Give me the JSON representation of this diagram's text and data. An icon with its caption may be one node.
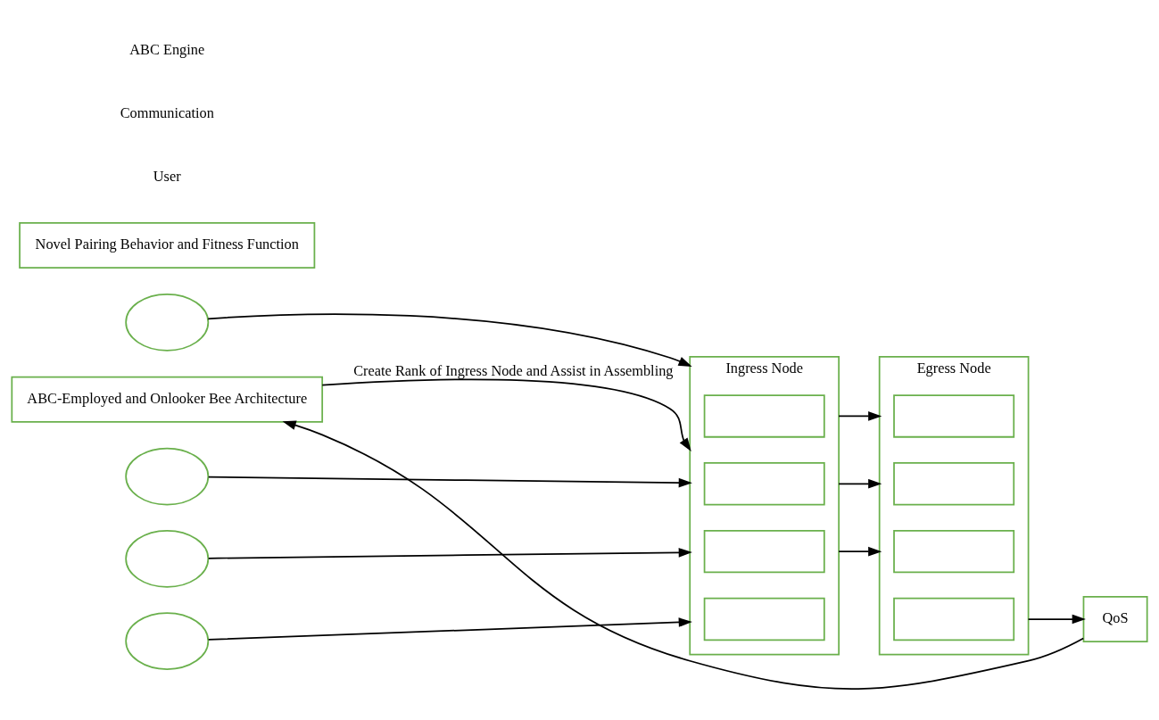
{
  "diagram": {
    "nodes": [
      {
        "text": [],
        "shape": "ellipse"
      },
      {
        "text": [],
        "shape": "ellipse"
      },
      {
        "text": [],
        "shape": "ellipse"
      },
      {
        "text": [],
        "shape": "ellipse"
      },
      {
        "text": [
          "Ingress Node"
        ]
      },
      {
        "text": [],
        "shape": "box",
        "in": 4
      },
      {
        "text": [],
        "shape": "box",
        "in": 4
      },
      {
        "text": [],
        "shape": "box",
        "in": 4
      },
      {
        "text": [],
        "shape": "box",
        "in": 4
      },
      {
        "text": [
          "Egress Node"
        ]
      },
      {
        "text": [],
        "shape": "box",
        "in": 9
      },
      {
        "text": [],
        "shape": "box",
        "in": 9
      },
      {
        "text": [],
        "shape": "box",
        "in": 9
      },
      {
        "text": [],
        "shape": "box",
        "in": 9
      },
      {
        "text": [
          "Novel Pairing Behavior and Fitness Function"
        ]
      },
      {
        "text": [
          "ABC-Employed and Onlooker Bee Architecture"
        ]
      },
      {
        "text": [
          "QoS"
        ]
      }
    ],
    "edges": [
      {
        "from": 0,
        "to": 4,
        "arrow": "to"
      },
      {
        "from": 1,
        "to": 4,
        "arrow": "to"
      },
      {
        "from": 2,
        "to": 4,
        "arrow": "to"
      },
      {
        "from": 3,
        "to": 4,
        "arrow": "to"
      },
      {
        "from": 4,
        "to": 9,
        "arrow": "to"
      },
      {
        "from": 4,
        "to": 9,
        "arrow": "to"
      },
      {
        "from": 4,
        "to": 9,
        "arrow": "to"
      },
      {
        "from": 9,
        "to": 16,
        "arrow": "to"
      },
      {
        "from": 16,
        "to": 15,
        "arrow": "to"
      },
      {
        "from": 15,
        "to": 4,
        "arrow": "to",
        "label": "Create Rank of Ingress Node and Assist in Assembling"
      }
    ],
    "labels": [
      "User",
      "Communication",
      "ABC Engine"
    ]
  }
}
